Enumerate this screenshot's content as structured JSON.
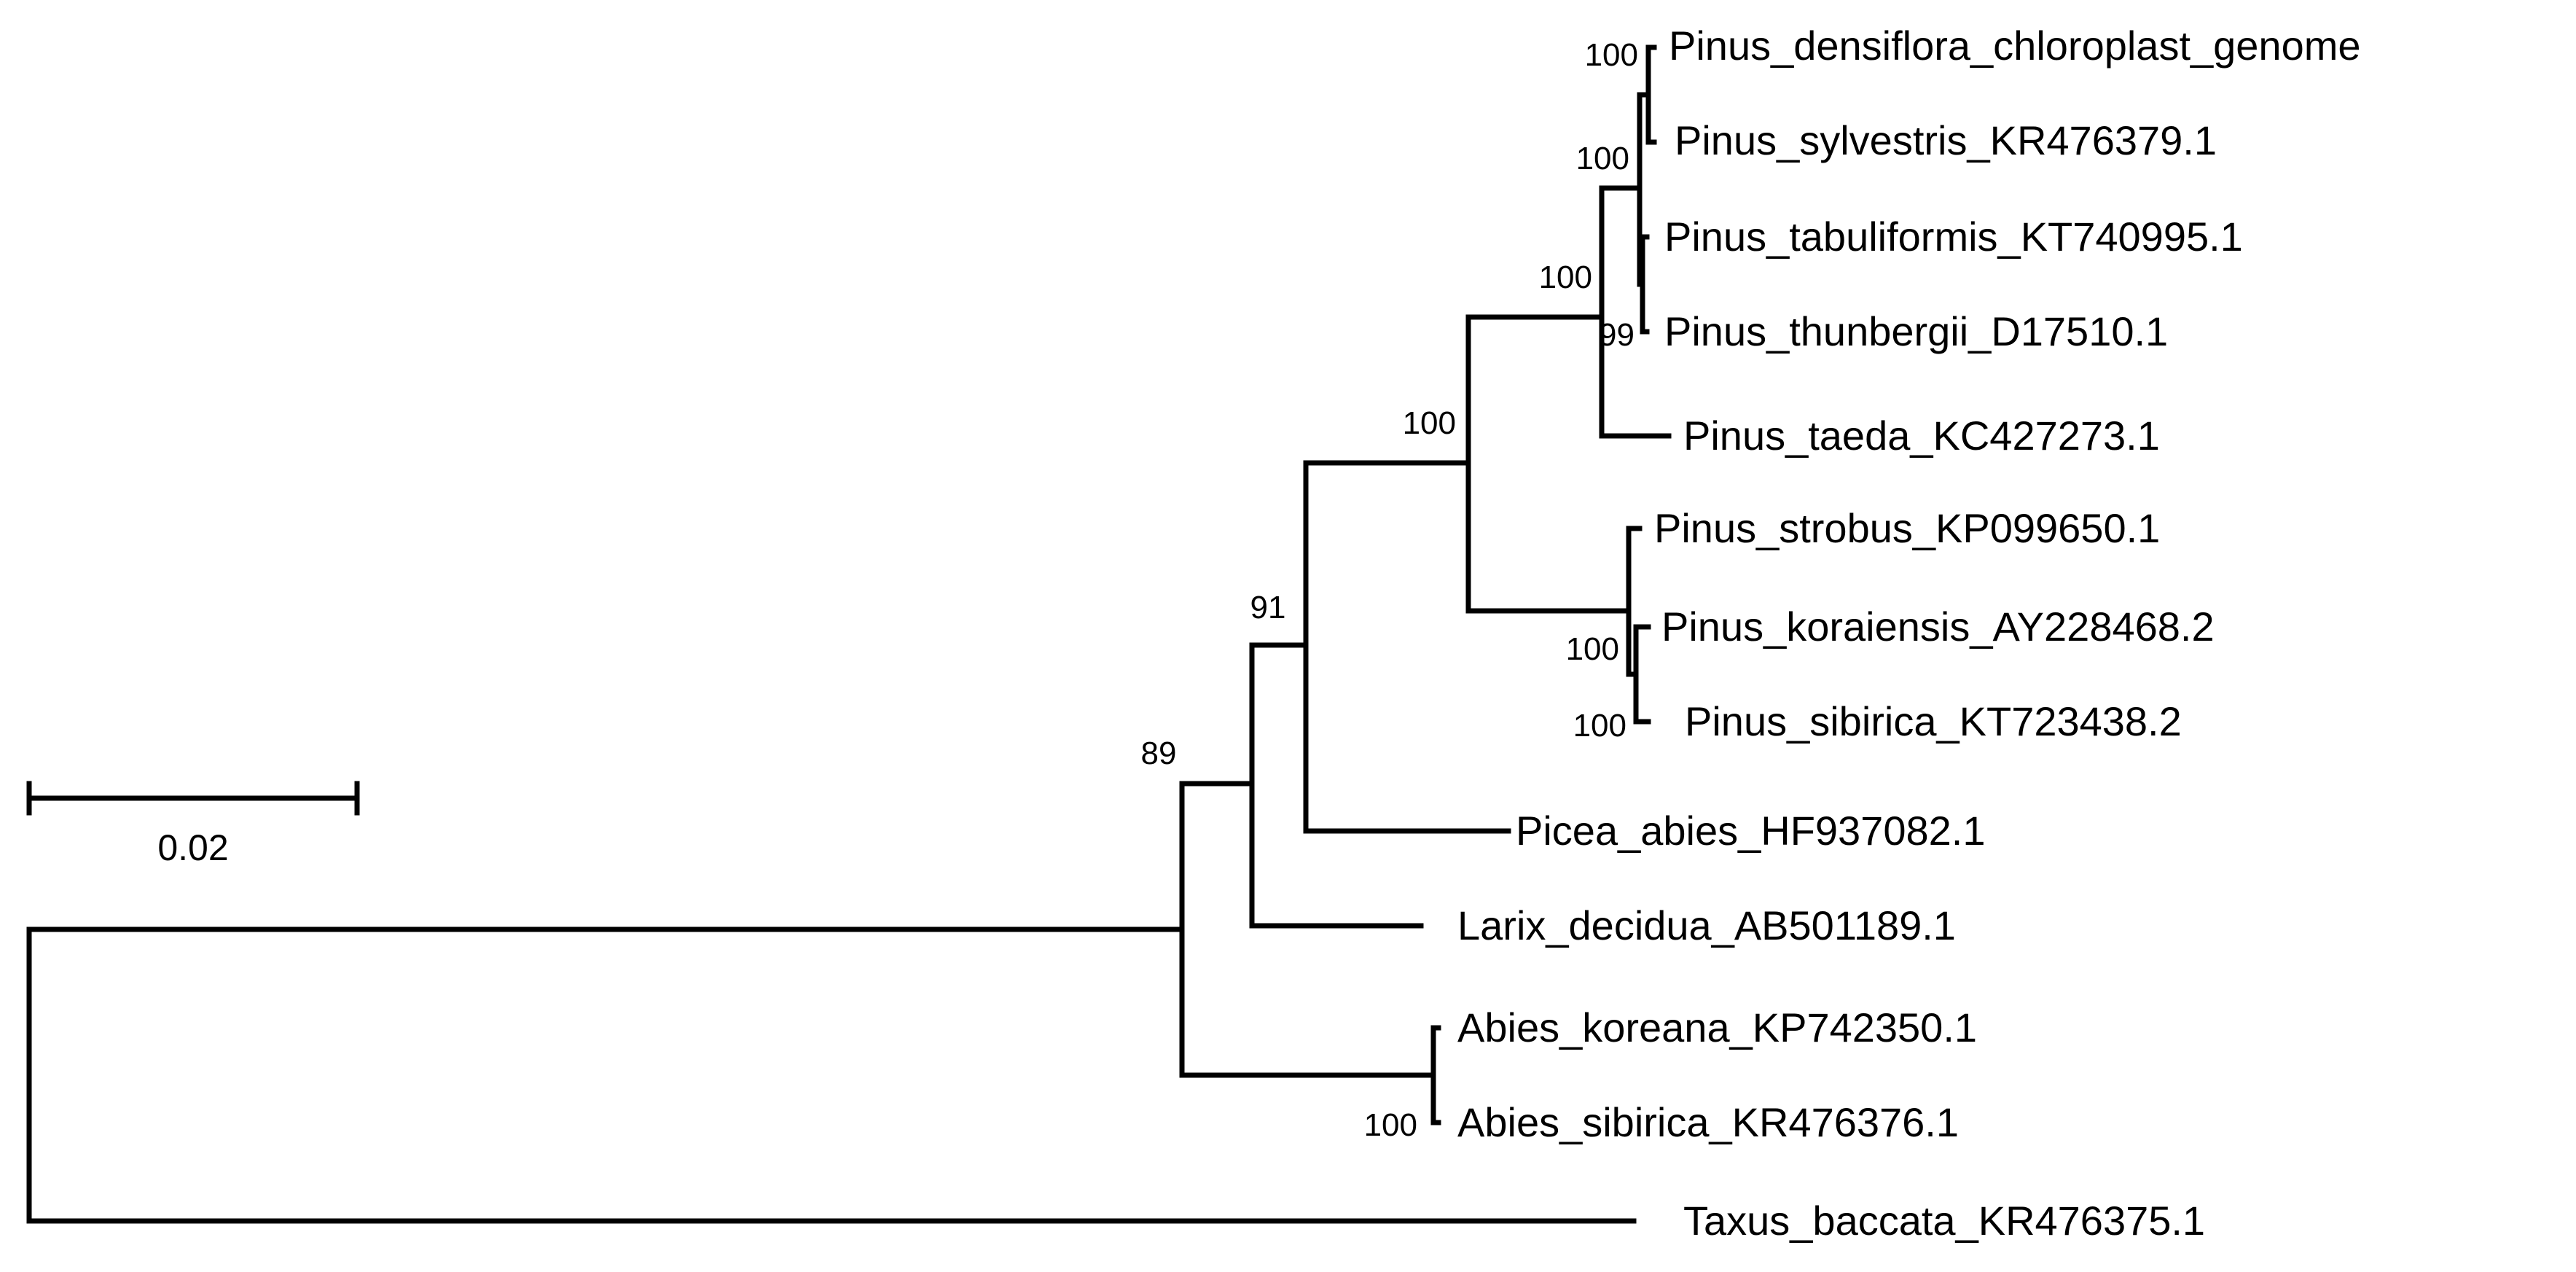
{
  "tree": {
    "colors": {
      "line": "#000000",
      "background": "#ffffff"
    },
    "scale_bar": {
      "label": "0.02",
      "length": 0.02
    },
    "taxa": [
      {
        "id": "t1",
        "label": "Pinus_densiflora_chloroplast_genome"
      },
      {
        "id": "t2",
        "label": "Pinus_sylvestris_KR476379.1"
      },
      {
        "id": "t3",
        "label": "Pinus_tabuliformis_KT740995.1"
      },
      {
        "id": "t4",
        "label": "Pinus_thunbergii_D17510.1"
      },
      {
        "id": "t5",
        "label": "Pinus_taeda_KC427273.1"
      },
      {
        "id": "t6",
        "label": "Pinus_strobus_KP099650.1"
      },
      {
        "id": "t7",
        "label": "Pinus_koraiensis_AY228468.2"
      },
      {
        "id": "t8",
        "label": "Pinus_sibirica_KT723438.2"
      },
      {
        "id": "t9",
        "label": "Picea_abies_HF937082.1"
      },
      {
        "id": "t10",
        "label": "Larix_decidua_AB501189.1"
      },
      {
        "id": "t11",
        "label": "Abies_koreana_KP742350.1"
      },
      {
        "id": "t12",
        "label": "Abies_sibirica_KR476376.1"
      },
      {
        "id": "t13",
        "label": "Taxus_baccata_KR476375.1"
      }
    ],
    "support_values": [
      {
        "id": "s-densiflora-sylvestris",
        "value": "100"
      },
      {
        "id": "s-pinus-subclade",
        "value": "100"
      },
      {
        "id": "s-pinus-hard",
        "value": "100"
      },
      {
        "id": "s-tabuliformis-thunbergii",
        "value": "99"
      },
      {
        "id": "s-pinus",
        "value": "100"
      },
      {
        "id": "s-pinaceae-core",
        "value": "91"
      },
      {
        "id": "s-pinaceae",
        "value": "89"
      },
      {
        "id": "s-strobus-group",
        "value": "100"
      },
      {
        "id": "s-koraiensis-sibirica",
        "value": "100"
      },
      {
        "id": "s-abies",
        "value": "100"
      }
    ]
  }
}
